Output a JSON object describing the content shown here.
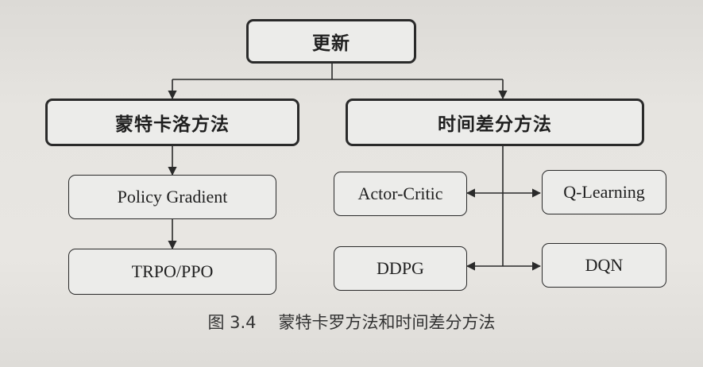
{
  "nodes": {
    "update": "更新",
    "monte_carlo": "蒙特卡洛方法",
    "temporal_difference": "时间差分方法",
    "policy_gradient": "Policy Gradient",
    "trpo_ppo": "TRPO/PPO",
    "actor_critic": "Actor-Critic",
    "q_learning": "Q-Learning",
    "ddpg": "DDPG",
    "dqn": "DQN"
  },
  "caption": {
    "number": "图 3.4",
    "text": "蒙特卡罗方法和时间差分方法"
  }
}
